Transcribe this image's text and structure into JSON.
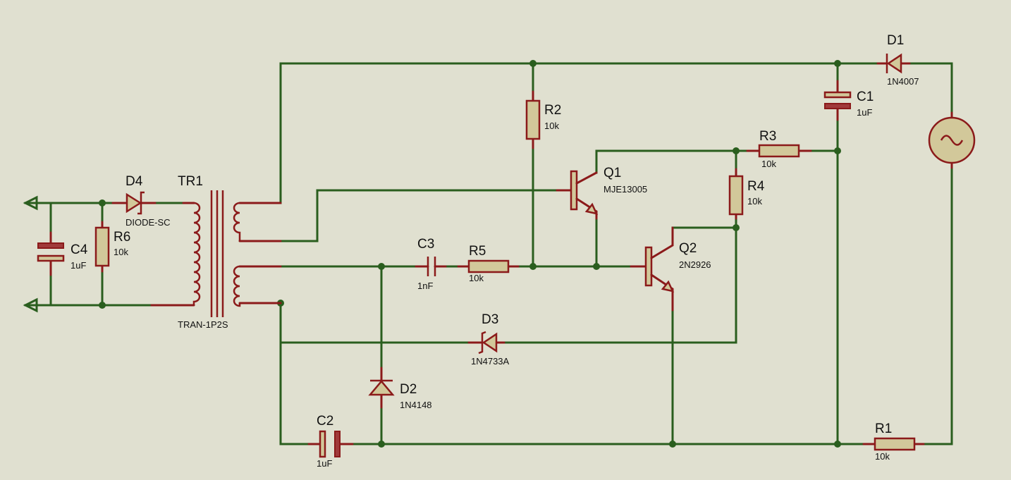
{
  "components": {
    "D1": {
      "ref": "D1",
      "value": "1N4007"
    },
    "C1": {
      "ref": "C1",
      "value": "1uF"
    },
    "R2": {
      "ref": "R2",
      "value": "10k"
    },
    "R3": {
      "ref": "R3",
      "value": "10k"
    },
    "Q1": {
      "ref": "Q1",
      "value": "MJE13005"
    },
    "R4": {
      "ref": "R4",
      "value": "10k"
    },
    "Q2": {
      "ref": "Q2",
      "value": "2N2926"
    },
    "TR1": {
      "ref": "TR1",
      "value": "TRAN-1P2S"
    },
    "D4": {
      "ref": "D4",
      "value": "DIODE-SC"
    },
    "C4": {
      "ref": "C4",
      "value": "1uF"
    },
    "R6": {
      "ref": "R6",
      "value": "10k"
    },
    "C3": {
      "ref": "C3",
      "value": "1nF"
    },
    "R5": {
      "ref": "R5",
      "value": "10k"
    },
    "D3": {
      "ref": "D3",
      "value": "1N4733A"
    },
    "D2": {
      "ref": "D2",
      "value": "1N4148"
    },
    "C2": {
      "ref": "C2",
      "value": "1uF"
    },
    "R1": {
      "ref": "R1",
      "value": "10k"
    }
  },
  "colors": {
    "background": "#e0e0d0",
    "wire": "#2a5e1e",
    "component": "#8b1a1a",
    "component_fill": "#d2c89a"
  },
  "icons": [
    "ac-source-icon",
    "output-terminal-icon",
    "diode-icon",
    "zener-diode-icon",
    "schottky-diode-icon",
    "npn-transistor-icon",
    "transformer-icon",
    "resistor-icon",
    "capacitor-icon",
    "polarized-capacitor-icon"
  ]
}
